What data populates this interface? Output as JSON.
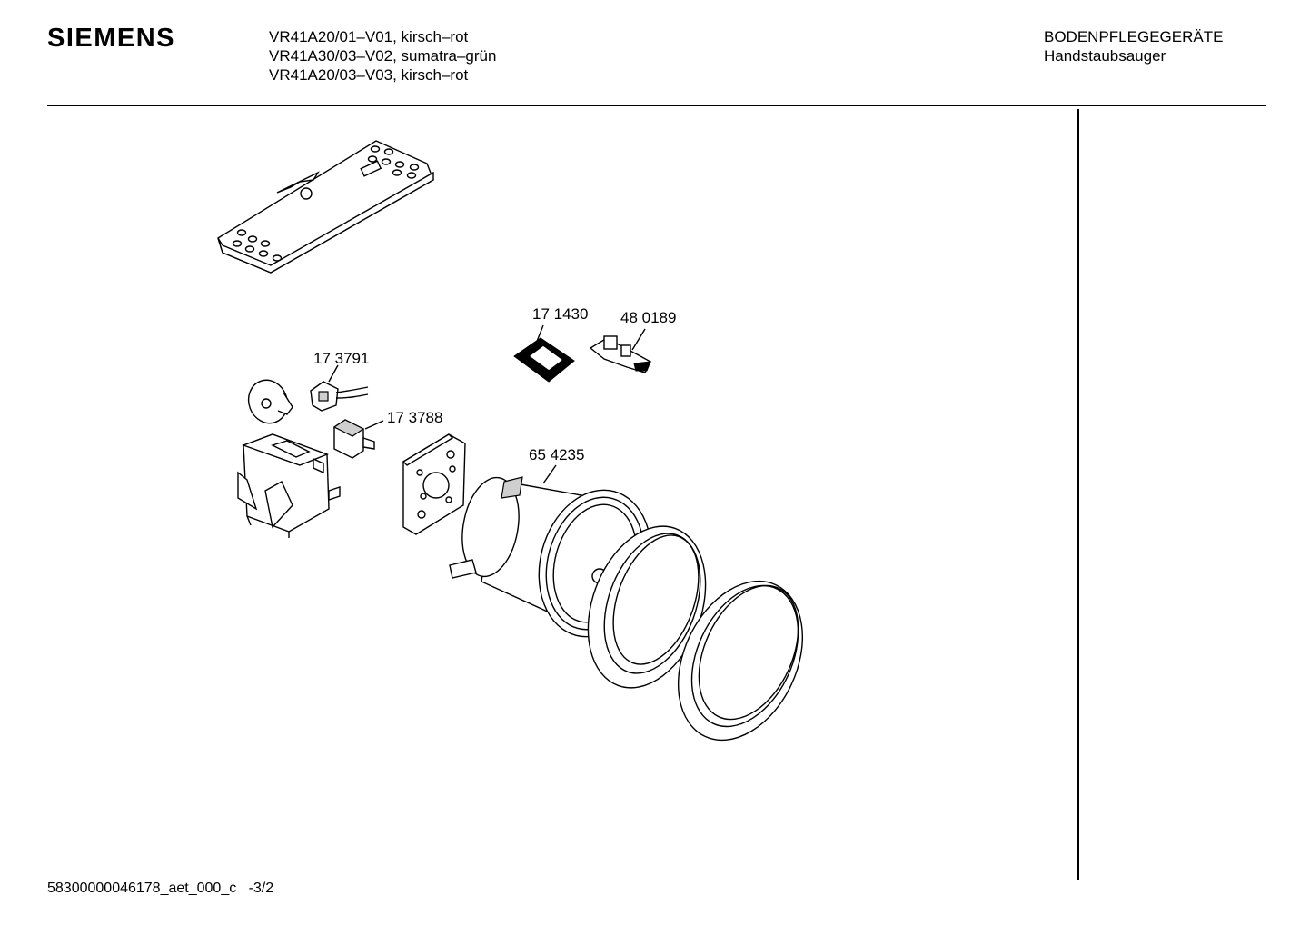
{
  "header": {
    "brand": "SIEMENS",
    "models": [
      "VR41A20/01–V01, kirsch–rot",
      "VR41A30/03–V02, sumatra–grün",
      "VR41A20/03–V03, kirsch–rot"
    ],
    "category": "BODENPFLEGEGERÄTE",
    "subcategory": "Handstaubsauger"
  },
  "parts": [
    {
      "number": "17 1430"
    },
    {
      "number": "48 0189"
    },
    {
      "number": "17 3791"
    },
    {
      "number": "17 3788"
    },
    {
      "number": "65 4235"
    }
  ],
  "footer": {
    "doc_id": "58300000046178_aet_000_c",
    "page": "-3/2"
  }
}
